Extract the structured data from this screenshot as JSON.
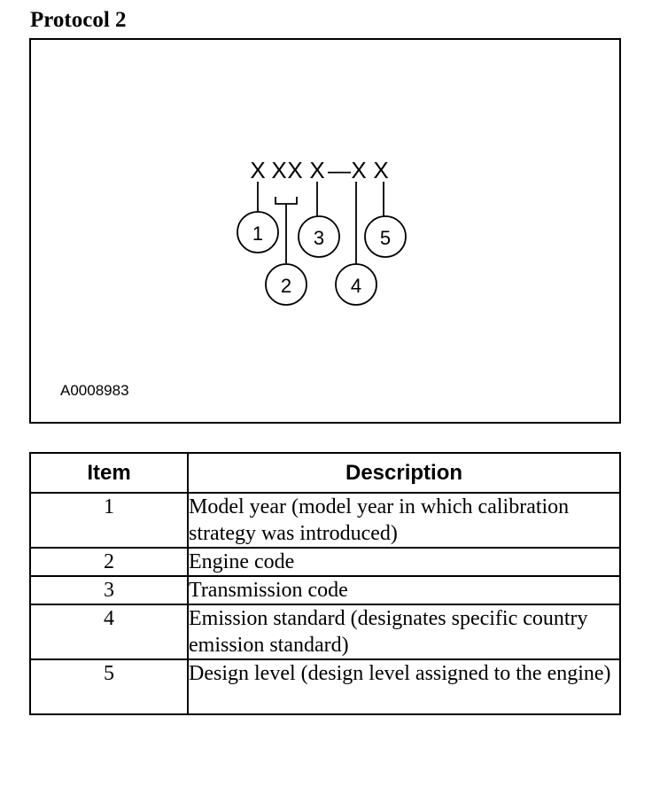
{
  "page": {
    "heading": "Protocol 2"
  },
  "figure": {
    "code_chars": [
      "X",
      "X",
      "X",
      "X",
      "—",
      "X",
      "X"
    ],
    "callouts": [
      "1",
      "2",
      "3",
      "4",
      "5"
    ],
    "figure_id": "A0008983"
  },
  "table": {
    "headers": {
      "item": "Item",
      "description": "Description"
    },
    "rows": [
      {
        "item": "1",
        "description": "Model year (model year in which calibration strategy was introduced)"
      },
      {
        "item": "2",
        "description": "Engine code"
      },
      {
        "item": "3",
        "description": "Transmission code"
      },
      {
        "item": "4",
        "description": "Emission standard (designates specific country emission standard)"
      },
      {
        "item": "5",
        "description": "Design level (design level assigned to the engine)"
      }
    ]
  }
}
